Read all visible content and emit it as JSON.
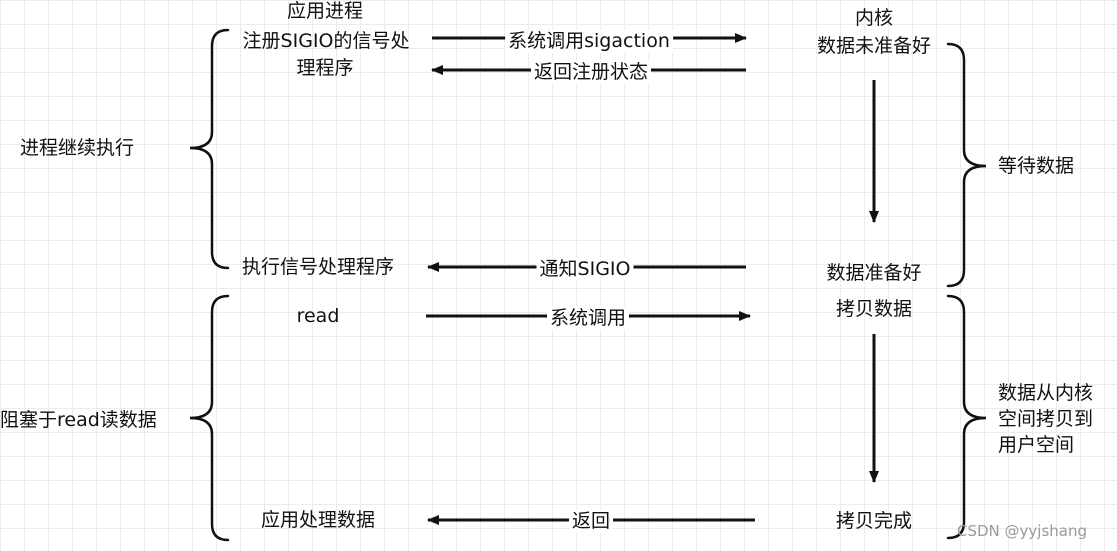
{
  "app_process": {
    "title": "应用进程",
    "register_line1": "注册SIGIO的信号处",
    "register_line2": "理程序",
    "execute_handler": "执行信号处理程序",
    "read": "read",
    "process_data": "应用处理数据"
  },
  "kernel": {
    "title": "内核",
    "data_not_ready": "数据未准备好",
    "data_ready": "数据准备好",
    "copy_data": "拷贝数据",
    "copy_done": "拷贝完成"
  },
  "arrows": {
    "sigaction": "系统调用sigaction",
    "return_status": "返回注册状态",
    "notify_sigio": "通知SIGIO",
    "syscall": "系统调用",
    "return": "返回"
  },
  "braces": {
    "continue_exec": "进程继续执行",
    "blocked_read": "阻塞于read读数据",
    "wait_data": "等待数据",
    "copy_line1": "数据从内核",
    "copy_line2": "空间拷贝到",
    "copy_line3": "用户空间"
  },
  "watermark": "CSDN @yyjshang",
  "colors": {
    "stroke": "#111111",
    "text": "#111111",
    "grid": "#ececec"
  }
}
